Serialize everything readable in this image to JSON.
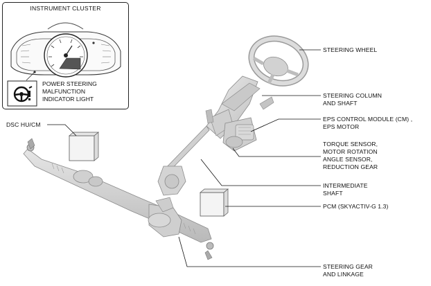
{
  "inset": {
    "title": "INSTRUMENT CLUSTER",
    "warning_label": [
      "POWER STEERING",
      "MALFUNCTION",
      "INDICATOR LIGHT"
    ],
    "warning_icon": "steering-wheel-exclamation-icon"
  },
  "callouts": {
    "steering_wheel": [
      "STEERING WHEEL"
    ],
    "steering_column": [
      "STEERING COLUMN",
      "AND SHAFT"
    ],
    "eps_control": [
      "EPS CONTROL MODULE (CM) ,",
      "EPS MOTOR"
    ],
    "torque_sensor": [
      "TORQUE SENSOR,",
      "MOTOR ROTATION",
      "ANGLE SENSOR,",
      "REDUCTION GEAR"
    ],
    "intermediate_shaft": [
      "INTERMEDIATE",
      "SHAFT"
    ],
    "pcm": [
      "PCM (SKYACTIV-G 1.3)"
    ],
    "steering_gear": [
      "STEERING GEAR",
      "AND LINKAGE"
    ],
    "dsc": [
      "DSC HU/CM"
    ]
  },
  "colors": {
    "part_fill": "#d6d6d6",
    "part_stroke": "#8a8a8a",
    "line": "#111111",
    "box_fill": "#f4f4f4"
  }
}
